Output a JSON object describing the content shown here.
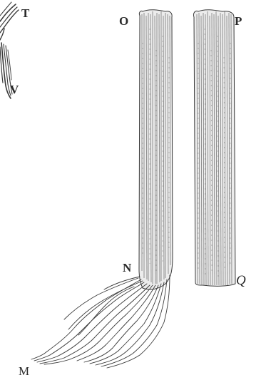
{
  "figure": {
    "labels": {
      "t": "T",
      "v": "V",
      "o": "O",
      "p": "P",
      "n": "N",
      "q": "Q",
      "m": "M"
    }
  },
  "colors": {
    "ink": "#2a2a2a",
    "paper": "#ffffff",
    "hatch": "#555555"
  }
}
